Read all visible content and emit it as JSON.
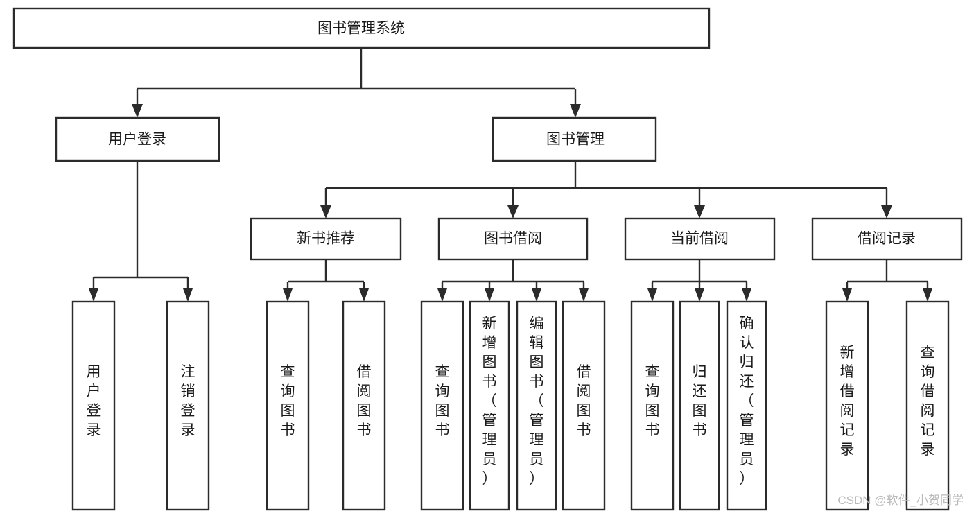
{
  "diagram": {
    "type": "tree-hierarchy-chart",
    "title_node": "图书管理系统",
    "orientation": "top-down",
    "levels": 4,
    "nodes": {
      "root": {
        "label": "图书管理系统",
        "level": 1
      },
      "user_login": {
        "label": "用户登录",
        "level": 2
      },
      "book_manage": {
        "label": "图书管理",
        "level": 2
      },
      "new_book_rec": {
        "label": "新书推荐",
        "level": 3
      },
      "book_borrow": {
        "label": "图书借阅",
        "level": 3
      },
      "current_borrow": {
        "label": "当前借阅",
        "level": 3
      },
      "borrow_record": {
        "label": "借阅记录",
        "level": 3
      },
      "leaf_user_login": {
        "label": "用户登录",
        "level": 4
      },
      "leaf_logout": {
        "label": "注销登录",
        "level": 4
      },
      "leaf_query_book_1": {
        "label": "查询图书",
        "level": 4
      },
      "leaf_borrow_book_1": {
        "label": "借阅图书",
        "level": 4
      },
      "leaf_query_book_2": {
        "label": "查询图书",
        "level": 4
      },
      "leaf_add_book": {
        "label": "新增图书（管理员）",
        "level": 4
      },
      "leaf_edit_book": {
        "label": "编辑图书（管理员）",
        "level": 4
      },
      "leaf_borrow_book_2": {
        "label": "借阅图书",
        "level": 4
      },
      "leaf_query_book_3": {
        "label": "查询图书",
        "level": 4
      },
      "leaf_return_book": {
        "label": "归还图书",
        "level": 4
      },
      "leaf_confirm_return": {
        "label": "确认归还（管理员）",
        "level": 4
      },
      "leaf_add_record": {
        "label": "新增借阅记录",
        "level": 4
      },
      "leaf_query_record": {
        "label": "查询借阅记录",
        "level": 4
      }
    },
    "edges": [
      {
        "from": "root",
        "to": "user_login"
      },
      {
        "from": "root",
        "to": "book_manage"
      },
      {
        "from": "user_login",
        "to": "leaf_user_login"
      },
      {
        "from": "user_login",
        "to": "leaf_logout"
      },
      {
        "from": "book_manage",
        "to": "new_book_rec"
      },
      {
        "from": "book_manage",
        "to": "book_borrow"
      },
      {
        "from": "book_manage",
        "to": "current_borrow"
      },
      {
        "from": "book_manage",
        "to": "borrow_record"
      },
      {
        "from": "new_book_rec",
        "to": "leaf_query_book_1"
      },
      {
        "from": "new_book_rec",
        "to": "leaf_borrow_book_1"
      },
      {
        "from": "book_borrow",
        "to": "leaf_query_book_2"
      },
      {
        "from": "book_borrow",
        "to": "leaf_add_book"
      },
      {
        "from": "book_borrow",
        "to": "leaf_edit_book"
      },
      {
        "from": "book_borrow",
        "to": "leaf_borrow_book_2"
      },
      {
        "from": "current_borrow",
        "to": "leaf_query_book_3"
      },
      {
        "from": "current_borrow",
        "to": "leaf_return_book"
      },
      {
        "from": "current_borrow",
        "to": "leaf_confirm_return"
      },
      {
        "from": "borrow_record",
        "to": "leaf_add_record"
      },
      {
        "from": "borrow_record",
        "to": "leaf_query_record"
      }
    ],
    "colors": {
      "box_stroke": "#2b2b2b",
      "box_fill": "#ffffff",
      "text": "#1a1a1a",
      "connector": "#2b2b2b",
      "watermark": "#b9b9b9",
      "background": "#ffffff"
    }
  },
  "watermark": {
    "text": "CSDN @软件_小贺同学"
  }
}
